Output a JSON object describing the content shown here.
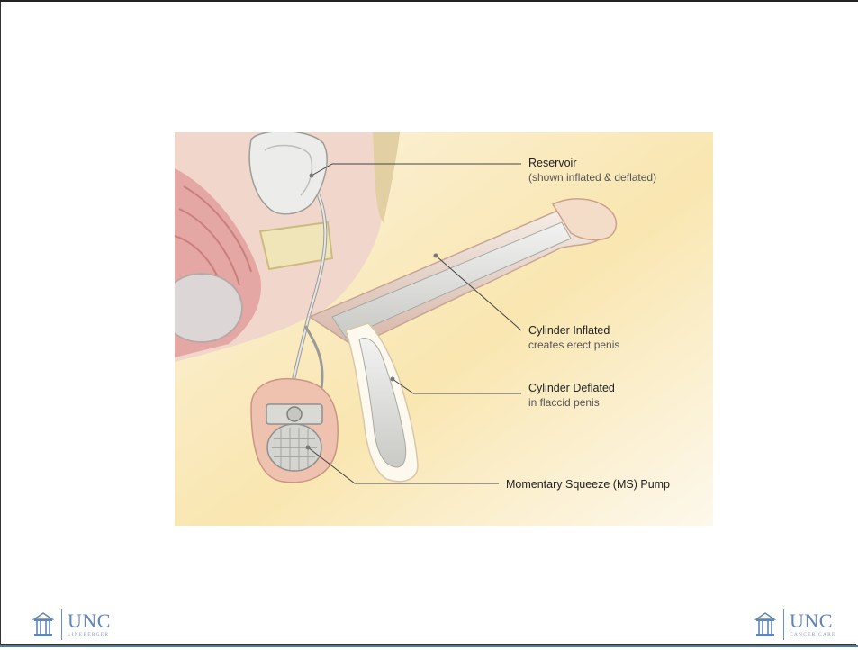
{
  "diagram": {
    "labels": {
      "reservoir_title": "Reservoir",
      "reservoir_sub": "(shown inflated & deflated)",
      "inflated_title": "Cylinder Inflated",
      "inflated_sub": "creates erect penis",
      "deflated_title": "Cylinder Deflated",
      "deflated_sub": "in flaccid penis",
      "pump_title": "Momentary Squeeze (MS) Pump"
    }
  },
  "footer": {
    "left_logo": {
      "name": "UNC",
      "tag": "LINEBERGER"
    },
    "right_logo": {
      "name": "UNC",
      "tag": "CANCER CARE"
    }
  },
  "colors": {
    "footer_rule": "#4a78b5",
    "logo_blue": "#5e86b8",
    "tissue_pink": "#e8b4a8",
    "device_gray": "#d8d8d6",
    "background_cream": "#fcf6e8"
  }
}
